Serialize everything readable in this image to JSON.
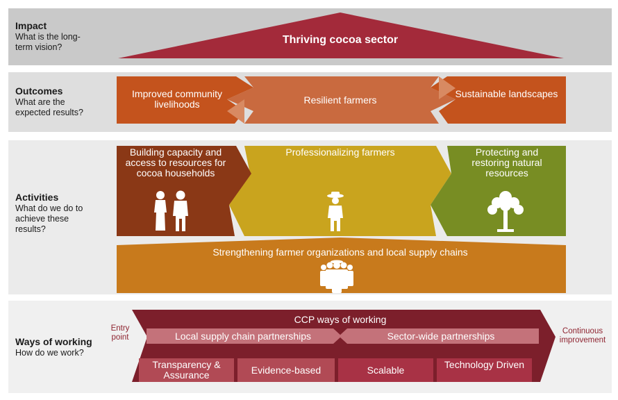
{
  "impact": {
    "label_title": "Impact",
    "label_question": "What is the long-term vision?",
    "vision": "Thriving cocoa sector"
  },
  "outcomes": {
    "label_title": "Outcomes",
    "label_question": "What are the expected results?",
    "items": [
      "Improved community livelihoods",
      "Resilient farmers",
      "Sustainable landscapes"
    ]
  },
  "activities": {
    "label_title": "Activities",
    "label_question": "What do we do to achieve these results?",
    "items": [
      "Building capacity and access to resources for cocoa households",
      "Professionalizing farmers",
      "Protecting and restoring natural resources"
    ],
    "foundation": "Strengthening farmer organizations and local supply chains"
  },
  "ways": {
    "label_title": "Ways of working",
    "label_question": "How do we work?",
    "header": "CCP ways of working",
    "entry_point": "Entry point",
    "continuous": "Continuous improvement",
    "partnerships": [
      "Local supply chain partnerships",
      "Sector-wide partnerships"
    ],
    "principles": [
      "Transparency & Assurance",
      "Evidence-based",
      "Scalable",
      "Technology Driven"
    ]
  },
  "icons": [
    "couple-icon",
    "farmer-icon",
    "tree-icon",
    "group-icon"
  ],
  "colors": {
    "impact_red": "#a32a3a",
    "outcome_orange": "#c4531d",
    "outcome_light": "#c96a3f",
    "activity_brown": "#8a3816",
    "activity_gold": "#c9a41e",
    "activity_olive": "#788d23",
    "foundation_orange": "#c87a1c",
    "ways_dark": "#7c1f2b",
    "ways_light": "#c4727a"
  }
}
